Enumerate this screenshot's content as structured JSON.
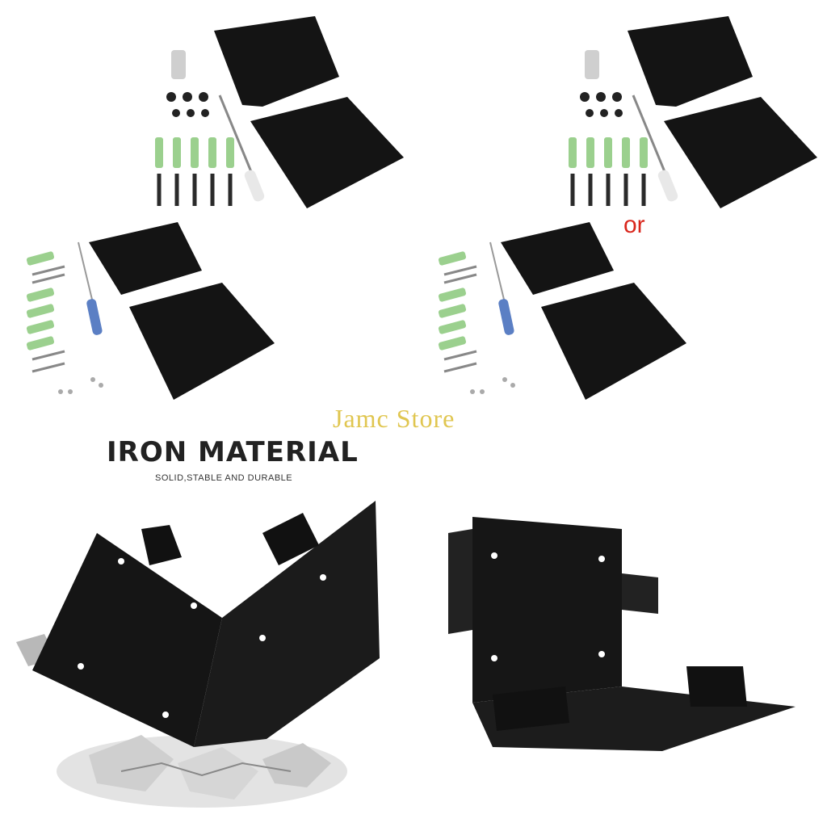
{
  "separator": {
    "text": "or",
    "color": "#d9261c"
  },
  "watermark": {
    "text": "Jamc Store"
  },
  "material": {
    "headline": "IRON MATERIAL",
    "tagline": "SOLID,STABLE AND DURABLE"
  },
  "colors": {
    "bracket": "#161616",
    "anchor": "#9bd08e",
    "screw": "#2a2a2a",
    "screwdriver_handle": "#5b7fc4"
  }
}
